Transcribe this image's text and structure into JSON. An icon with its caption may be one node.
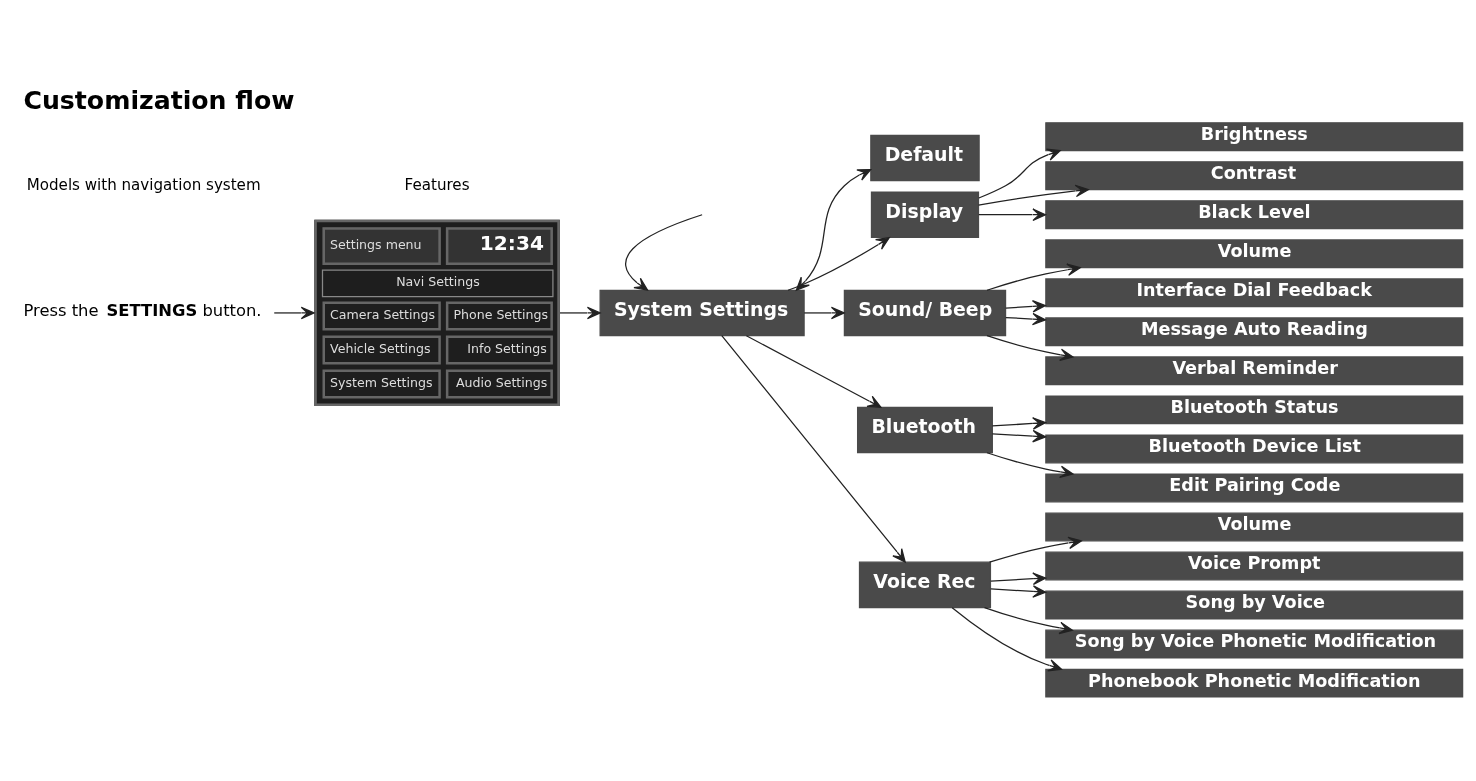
{
  "diagram": {
    "title": "Customization flow",
    "nodes": [
      {
        "text": [
          "Press the **SETTINGS** button."
        ]
      },
      {
        "text": [
          "Settings menu",
          "12:34",
          "Navi Settings",
          "Camera Settings",
          "Phone Settings",
          "Vehicle Settings",
          "Info Settings",
          "System Settings",
          "Audio Settings"
        ]
      },
      {
        "text": [
          "System Settings"
        ]
      },
      {
        "text": [
          "Default"
        ]
      },
      {
        "text": [
          "Display"
        ]
      },
      {
        "text": [
          "Sound/ Beep"
        ]
      },
      {
        "text": [
          "Bluetooth"
        ]
      },
      {
        "text": [
          "Voice Rec"
        ]
      },
      {
        "text": [
          "Brightness"
        ]
      },
      {
        "text": [
          "Contrast"
        ]
      },
      {
        "text": [
          "Black Level"
        ]
      },
      {
        "text": [
          "Volume"
        ]
      },
      {
        "text": [
          "Interface Dial Feedback"
        ]
      },
      {
        "text": [
          "Message Auto Reading"
        ]
      },
      {
        "text": [
          "Verbal Reminder"
        ]
      },
      {
        "text": [
          "Bluetooth Status"
        ]
      },
      {
        "text": [
          "Bluetooth Device List"
        ]
      },
      {
        "text": [
          "Edit Pairing Code"
        ]
      },
      {
        "text": [
          "Volume"
        ]
      },
      {
        "text": [
          "Voice Prompt"
        ]
      },
      {
        "text": [
          "Song by Voice"
        ]
      },
      {
        "text": [
          "Song by Voice Phonetic Modification"
        ]
      },
      {
        "text": [
          "Phonebook Phonetic Modification"
        ]
      }
    ],
    "edges": [
      {
        "from": 0,
        "to": 1,
        "arrow": "to"
      },
      {
        "from": 1,
        "to": 2,
        "arrow": "to"
      },
      {
        "from": null,
        "to": 2,
        "arrow": "to"
      },
      {
        "from": 2,
        "to": 3,
        "arrow": "both"
      },
      {
        "from": 2,
        "to": 4,
        "arrow": "to"
      },
      {
        "from": 2,
        "to": 5,
        "arrow": "to"
      },
      {
        "from": 2,
        "to": 6,
        "arrow": "to"
      },
      {
        "from": 2,
        "to": 7,
        "arrow": "to"
      },
      {
        "from": 4,
        "to": 8,
        "arrow": "to"
      },
      {
        "from": 4,
        "to": 9,
        "arrow": "to"
      },
      {
        "from": 4,
        "to": 10,
        "arrow": "to"
      },
      {
        "from": 5,
        "to": 11,
        "arrow": "to"
      },
      {
        "from": 5,
        "to": 12,
        "arrow": "to"
      },
      {
        "from": 5,
        "to": 13,
        "arrow": "to"
      },
      {
        "from": 5,
        "to": 14,
        "arrow": "to"
      },
      {
        "from": 6,
        "to": 15,
        "arrow": "to"
      },
      {
        "from": 6,
        "to": 16,
        "arrow": "to"
      },
      {
        "from": 6,
        "to": 17,
        "arrow": "to"
      },
      {
        "from": 7,
        "to": 18,
        "arrow": "to"
      },
      {
        "from": 7,
        "to": 19,
        "arrow": "to"
      },
      {
        "from": 7,
        "to": 20,
        "arrow": "to"
      },
      {
        "from": 7,
        "to": 21,
        "arrow": "to"
      },
      {
        "from": 7,
        "to": 22,
        "arrow": "to"
      }
    ],
    "labels": [
      "Models with navigation system",
      "Features"
    ]
  }
}
